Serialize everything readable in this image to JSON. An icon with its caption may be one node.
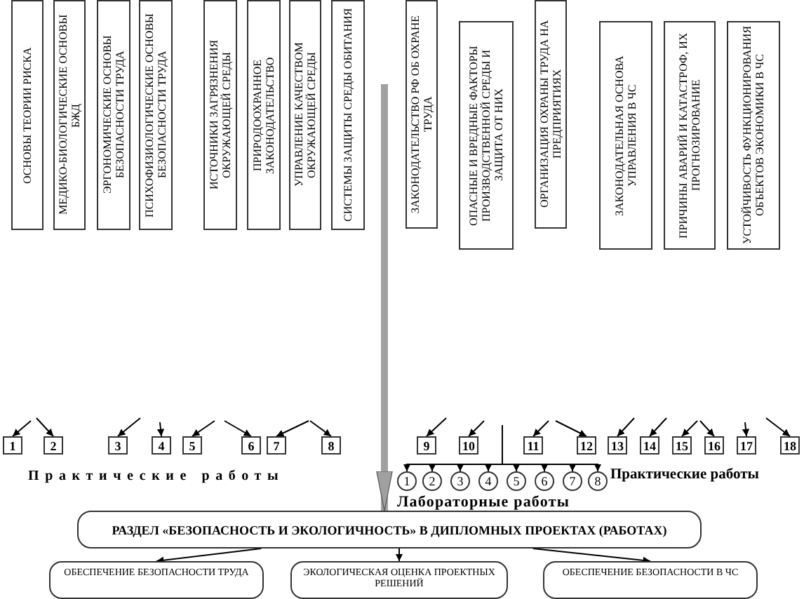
{
  "diagram": {
    "nodes": [
      {
        "text": [
          "ОСНОВЫ ТЕОРИИ РИСКА"
        ]
      },
      {
        "text": [
          "МЕДИКО-БИОЛОГИЧЕСКИЕ ОСНОВЫ БЖД"
        ]
      },
      {
        "text": [
          "ЭРГОНОМИЧЕСКИЕ ОСНОВЫ БЕЗОПАСНОСТИ ТРУДА"
        ]
      },
      {
        "text": [
          "ПСИХОФИЗИОЛОГИЧЕСКИЕ ОСНОВЫ БЕЗОПАСНОСТИ ТРУДА"
        ]
      },
      {
        "text": [
          "ИСТОЧНИКИ ЗАГРЯЗНЕНИЯ ОКРУЖАЮЩЕЙ СРЕДЫ"
        ]
      },
      {
        "text": [
          "ПРИРОДООХРАННОЕ ЗАКОНОДАТЕЛЬСТВО"
        ]
      },
      {
        "text": [
          "УПРАВЛЕНИЕ КАЧЕСТВОМ ОКРУЖАЮЩЕЙ СРЕДЫ"
        ]
      },
      {
        "text": [
          "СИСТЕМЫ ЗАЩИТЫ СРЕДЫ ОБИТАНИЯ"
        ]
      },
      {
        "text": [
          "ЗАКОНОДАТЕЛЬСТВО РФ ОБ ОХРАНЕ ТРУДА"
        ]
      },
      {
        "text": [
          "ОПАСНЫЕ И ВРЕДНЫЕ ФАКТОРЫ ПРОИЗВОДСТВЕННОЙ СРЕДЫ И ЗАЩИТА ОТ НИХ"
        ]
      },
      {
        "text": [
          "ОРГАНИЗАЦИЯ ОХРАНЫ ТРУДА НА ПРЕДПРИЯТИЯХ"
        ]
      },
      {
        "text": [
          "ЗАКОНОДАТЕЛЬНАЯ ОСНОВА УПРАВЛЕНИЯ В ЧС"
        ]
      },
      {
        "text": [
          "ПРИЧИНЫ АВАРИЙ И КАТАСТРОФ, ИХ ПРОГНОЗИРОВАНИЕ"
        ]
      },
      {
        "text": [
          "УСТОЙЧИВОСТЬ ФУНКЦИОНИРОВАНИЯ ОБЪЕКТОВ ЭКОНОМИКИ В ЧС"
        ]
      },
      {
        "text": [
          "1"
        ]
      },
      {
        "text": [
          "2"
        ]
      },
      {
        "text": [
          "3"
        ]
      },
      {
        "text": [
          "4"
        ]
      },
      {
        "text": [
          "5"
        ]
      },
      {
        "text": [
          "6"
        ]
      },
      {
        "text": [
          "7"
        ]
      },
      {
        "text": [
          "8"
        ]
      },
      {
        "text": [
          "9"
        ]
      },
      {
        "text": [
          "10"
        ]
      },
      {
        "text": [
          "11"
        ]
      },
      {
        "text": [
          "12"
        ]
      },
      {
        "text": [
          "13"
        ]
      },
      {
        "text": [
          "14"
        ]
      },
      {
        "text": [
          "15"
        ]
      },
      {
        "text": [
          "16"
        ]
      },
      {
        "text": [
          "17"
        ]
      },
      {
        "text": [
          "18"
        ]
      },
      {
        "text": [
          "1"
        ]
      },
      {
        "text": [
          "2"
        ]
      },
      {
        "text": [
          "3"
        ]
      },
      {
        "text": [
          "4"
        ]
      },
      {
        "text": [
          "5"
        ]
      },
      {
        "text": [
          "6"
        ]
      },
      {
        "text": [
          "7"
        ]
      },
      {
        "text": [
          "8"
        ]
      },
      {
        "text": [
          "РАЗДЕЛ «БЕЗОПАСНОСТЬ И ЭКОЛОГИЧНОСТЬ» В ДИПЛОМНЫХ ПРОЕКТАХ (РАБОТАХ)"
        ]
      },
      {
        "text": [
          "ОБЕСПЕЧЕНИЕ БЕЗОПАСНОСТИ ТРУДА"
        ]
      },
      {
        "text": [
          "ЭКОЛОГИЧЕСКАЯ ОЦЕНКА ПРОЕКТНЫХ РЕШЕНИЙ"
        ]
      },
      {
        "text": [
          "ОБЕСПЕЧЕНИЕ БЕЗОПАСНОСТИ В ЧС"
        ]
      }
    ],
    "edges": [
      {
        "from": null,
        "to": 14,
        "arrow": "to"
      },
      {
        "from": null,
        "to": 15,
        "arrow": "to"
      },
      {
        "from": null,
        "to": 16,
        "arrow": "to"
      },
      {
        "from": null,
        "to": 17,
        "arrow": "to"
      },
      {
        "from": null,
        "to": 18,
        "arrow": "to"
      },
      {
        "from": null,
        "to": 19,
        "arrow": "to"
      },
      {
        "from": null,
        "to": 20,
        "arrow": "to"
      },
      {
        "from": null,
        "to": 21,
        "arrow": "to"
      },
      {
        "from": null,
        "to": 22,
        "arrow": "to"
      },
      {
        "from": null,
        "to": 23,
        "arrow": "to"
      },
      {
        "from": null,
        "to": 24,
        "arrow": "to"
      },
      {
        "from": null,
        "to": 25,
        "arrow": "to"
      },
      {
        "from": null,
        "to": 26,
        "arrow": "to"
      },
      {
        "from": null,
        "to": 27,
        "arrow": "to"
      },
      {
        "from": null,
        "to": 28,
        "arrow": "to"
      },
      {
        "from": null,
        "to": 29,
        "arrow": "to"
      },
      {
        "from": null,
        "to": 30,
        "arrow": "to"
      },
      {
        "from": null,
        "to": 31,
        "arrow": "to"
      },
      {
        "from": null,
        "to": 32,
        "arrow": "to"
      },
      {
        "from": null,
        "to": 33,
        "arrow": "to"
      },
      {
        "from": null,
        "to": 34,
        "arrow": "to"
      },
      {
        "from": null,
        "to": 35,
        "arrow": "to"
      },
      {
        "from": null,
        "to": 36,
        "arrow": "to"
      },
      {
        "from": null,
        "to": 37,
        "arrow": "to"
      },
      {
        "from": null,
        "to": 38,
        "arrow": "to"
      },
      {
        "from": null,
        "to": 39,
        "arrow": "to"
      },
      {
        "from": null,
        "to": 40,
        "arrow": "to",
        "style": "thick",
        "color": "#a0a0a0"
      },
      {
        "from": 40,
        "to": 41,
        "arrow": "to"
      },
      {
        "from": 40,
        "to": 42,
        "arrow": "to"
      },
      {
        "from": 40,
        "to": 43,
        "arrow": "to"
      }
    ],
    "labels": [
      "Практические работы",
      "Лабораторные работы",
      "Практические работы"
    ]
  }
}
